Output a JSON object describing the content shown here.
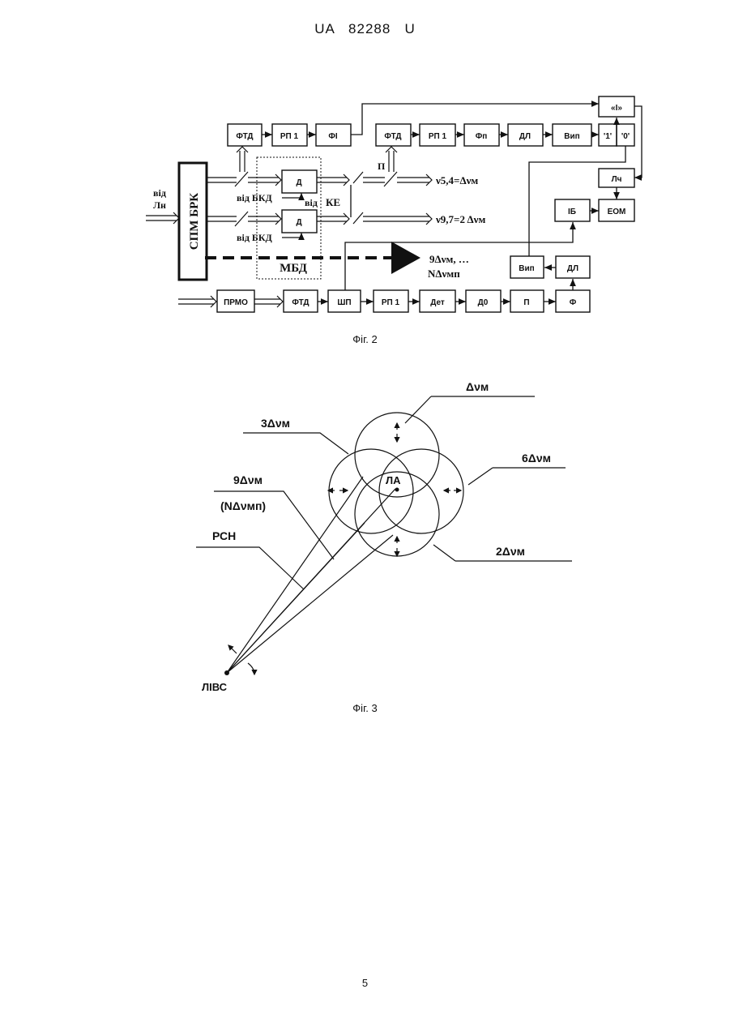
{
  "header": {
    "text": "UA   82288   U"
  },
  "fig2": {
    "caption": "Фіг. 2",
    "spm": "СПМ БРК",
    "input_label": [
      "від",
      "Лн"
    ],
    "mbd": "МБД",
    "blocks": {
      "ftd1": "ФТД",
      "rp1a": "РП 1",
      "fi": "ФІ",
      "ftd2": "ФТД",
      "rp1b": "РП 1",
      "fp": "Фп",
      "dl1": "ДЛ",
      "vyp1": "Вип",
      "one": "'1'",
      "zero": "'0'",
      "i": "«І»",
      "lch": "Лч",
      "ib": "ІБ",
      "eom": "ЕОМ",
      "d1": "Д",
      "d2": "Д",
      "vyp2": "Вип",
      "dl2": "ДЛ",
      "prmo": "ПРМО",
      "ftd3": "ФТД",
      "shp": "ШП",
      "rp1c": "РП 1",
      "det": "Дет",
      "do": "Д0",
      "p2": "П",
      "f": "Ф"
    },
    "labels": {
      "bkd1": "від БКД",
      "bkd1b": "від",
      "ke": "КЕ",
      "bkd2": "від БКД",
      "p": "П",
      "nu54": "ν5,4=Δνм",
      "nu97": "ν9,7=2 Δνм",
      "ninedelta": "9Δνм, …",
      "ndelta": "NΔνмп"
    }
  },
  "fig3": {
    "caption": "Фіг. 3",
    "labels": {
      "d1": "Δνм",
      "d3": "3Δνм",
      "d6": "6Δνм",
      "d9": "9Δνм",
      "dn": "(NΔνмп)",
      "rsn": "РСН",
      "d2": "2Δνм",
      "la": "ЛА",
      "livs": "ЛІВС"
    }
  },
  "page_number": "5"
}
